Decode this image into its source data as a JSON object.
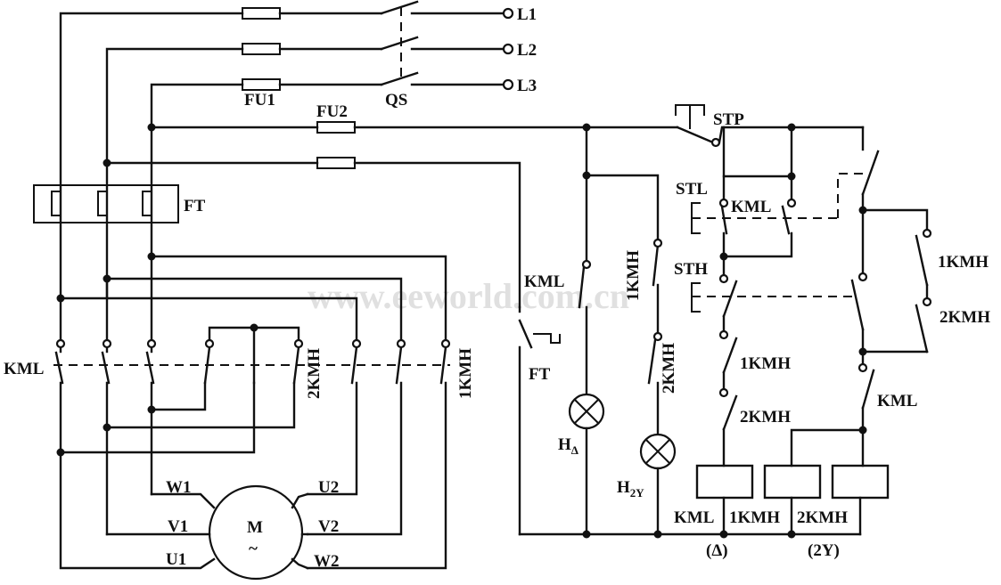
{
  "labels": {
    "L1": "L1",
    "L2": "L2",
    "L3": "L3",
    "FU1": "FU1",
    "FU2": "FU2",
    "QS": "QS",
    "FT_relay": "FT",
    "FT_contact": "FT",
    "STP": "STP",
    "STL": "STL",
    "STH": "STH",
    "KML_left": "KML",
    "KML_aux": "KML",
    "KML_ctrl": "KML",
    "KML_right": "KML",
    "KML_coil": "KML",
    "KMH1_power": "1KMH",
    "KMH2_power": "2KMH",
    "KMH1_lamp": "1KMH",
    "KMH2_lamp": "2KMH",
    "KMH1_ctrl": "1KMH",
    "KMH2_ctrl": "2KMH",
    "KMH1_right": "1KMH",
    "KMH2_right": "2KMH",
    "KMH1_coil": "1KMH",
    "KMH2_coil": "2KMH",
    "H_delta_main": "H",
    "H_delta_sub": "Δ",
    "H_2Y_main": "H",
    "H_2Y_sub": "2Y",
    "delta": "(Δ)",
    "two_y": "(2Y)",
    "W1": "W1",
    "V1": "V1",
    "U1": "U1",
    "U2": "U2",
    "V2": "V2",
    "W2": "W2",
    "motor_M": "M",
    "motor_tilde": "~"
  },
  "watermark": "www.eeworld.com.cn"
}
